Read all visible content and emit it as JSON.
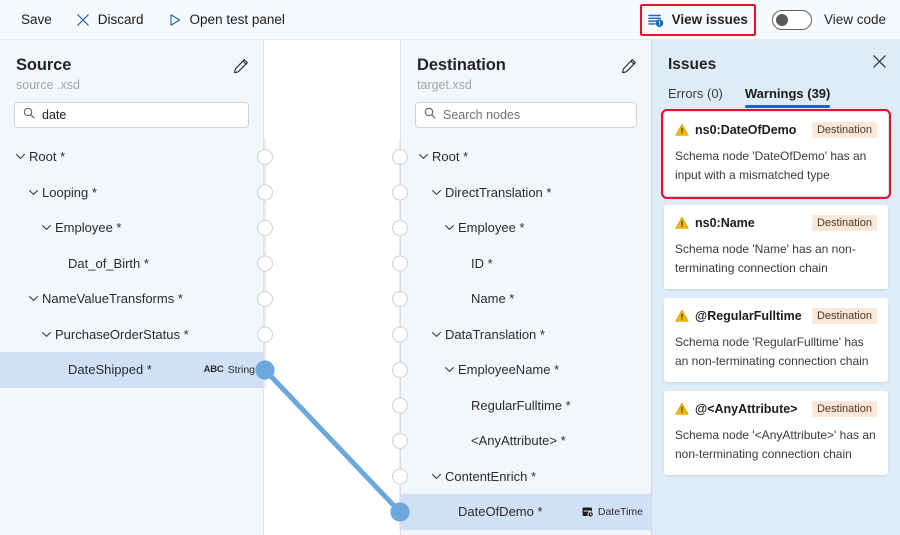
{
  "toolbar": {
    "save_label": "Save",
    "discard_label": "Discard",
    "discard_icon": "close-x-icon",
    "open_test_panel_label": "Open test panel",
    "open_test_panel_icon": "play-triangle-icon",
    "view_issues_label": "View issues",
    "view_issues_icon": "list-alert-icon",
    "view_code_label": "View code",
    "view_code_toggle_state": "off",
    "highlight_color": "#e8102a"
  },
  "source": {
    "title": "Source",
    "subtitle": "source .xsd",
    "edit_icon": "pencil-icon",
    "search": {
      "value": "date",
      "placeholder": "Search nodes",
      "icon": "search-icon"
    },
    "nodes": [
      {
        "label": "Root *",
        "indent": 0,
        "expandable": true,
        "selected": false,
        "type": ""
      },
      {
        "label": "Looping *",
        "indent": 1,
        "expandable": true,
        "selected": false,
        "type": ""
      },
      {
        "label": "Employee *",
        "indent": 2,
        "expandable": true,
        "selected": false,
        "type": ""
      },
      {
        "label": "Dat_of_Birth *",
        "indent": 3,
        "expandable": false,
        "selected": false,
        "type": ""
      },
      {
        "label": "NameValueTransforms *",
        "indent": 1,
        "expandable": true,
        "selected": false,
        "type": ""
      },
      {
        "label": "PurchaseOrderStatus *",
        "indent": 2,
        "expandable": true,
        "selected": false,
        "type": ""
      },
      {
        "label": "DateShipped *",
        "indent": 3,
        "expandable": false,
        "selected": true,
        "type": "String",
        "type_icon": "abc-string-icon"
      }
    ]
  },
  "destination": {
    "title": "Destination",
    "subtitle": "target.xsd",
    "edit_icon": "pencil-icon",
    "search": {
      "value": "",
      "placeholder": "Search nodes",
      "icon": "search-icon"
    },
    "nodes": [
      {
        "label": "Root *",
        "indent": 0,
        "expandable": true,
        "selected": false,
        "type": ""
      },
      {
        "label": "DirectTranslation *",
        "indent": 1,
        "expandable": true,
        "selected": false,
        "type": ""
      },
      {
        "label": "Employee *",
        "indent": 2,
        "expandable": true,
        "selected": false,
        "type": ""
      },
      {
        "label": "ID *",
        "indent": 3,
        "expandable": false,
        "selected": false,
        "type": ""
      },
      {
        "label": "Name *",
        "indent": 3,
        "expandable": false,
        "selected": false,
        "type": ""
      },
      {
        "label": "DataTranslation *",
        "indent": 1,
        "expandable": true,
        "selected": false,
        "type": ""
      },
      {
        "label": "EmployeeName *",
        "indent": 2,
        "expandable": true,
        "selected": false,
        "type": ""
      },
      {
        "label": "RegularFulltime *",
        "indent": 3,
        "expandable": false,
        "selected": false,
        "type": ""
      },
      {
        "label": "<AnyAttribute> *",
        "indent": 3,
        "expandable": false,
        "selected": false,
        "type": ""
      },
      {
        "label": "ContentEnrich *",
        "indent": 1,
        "expandable": true,
        "selected": false,
        "type": ""
      },
      {
        "label": "DateOfDemo *",
        "indent": 2,
        "expandable": false,
        "selected": true,
        "type": "DateTime",
        "type_icon": "datetime-icon"
      }
    ]
  },
  "connection": {
    "from_node": "DateShipped *",
    "to_node": "DateOfDemo *",
    "color": "#6da8dc"
  },
  "issues": {
    "title": "Issues",
    "close_icon": "close-x-icon",
    "tabs": [
      {
        "label": "Errors (0)",
        "active": false
      },
      {
        "label": "Warnings (39)",
        "active": true
      }
    ],
    "items": [
      {
        "name": "ns0:DateOfDemo",
        "tag": "Destination",
        "description": "Schema node 'DateOfDemo' has an input with a mismatched type",
        "icon": "warning-triangle-icon",
        "flagged": true
      },
      {
        "name": "ns0:Name",
        "tag": "Destination",
        "description": "Schema node 'Name' has an non-terminating connection chain",
        "icon": "warning-triangle-icon",
        "flagged": false
      },
      {
        "name": "@RegularFulltime",
        "tag": "Destination",
        "description": "Schema node 'RegularFulltime' has an non-terminating connection chain",
        "icon": "warning-triangle-icon",
        "flagged": false
      },
      {
        "name": "@<AnyAttribute>",
        "tag": "Destination",
        "description": "Schema node '<AnyAttribute>' has an non-terminating connection chain",
        "icon": "warning-triangle-icon",
        "flagged": false
      }
    ]
  }
}
